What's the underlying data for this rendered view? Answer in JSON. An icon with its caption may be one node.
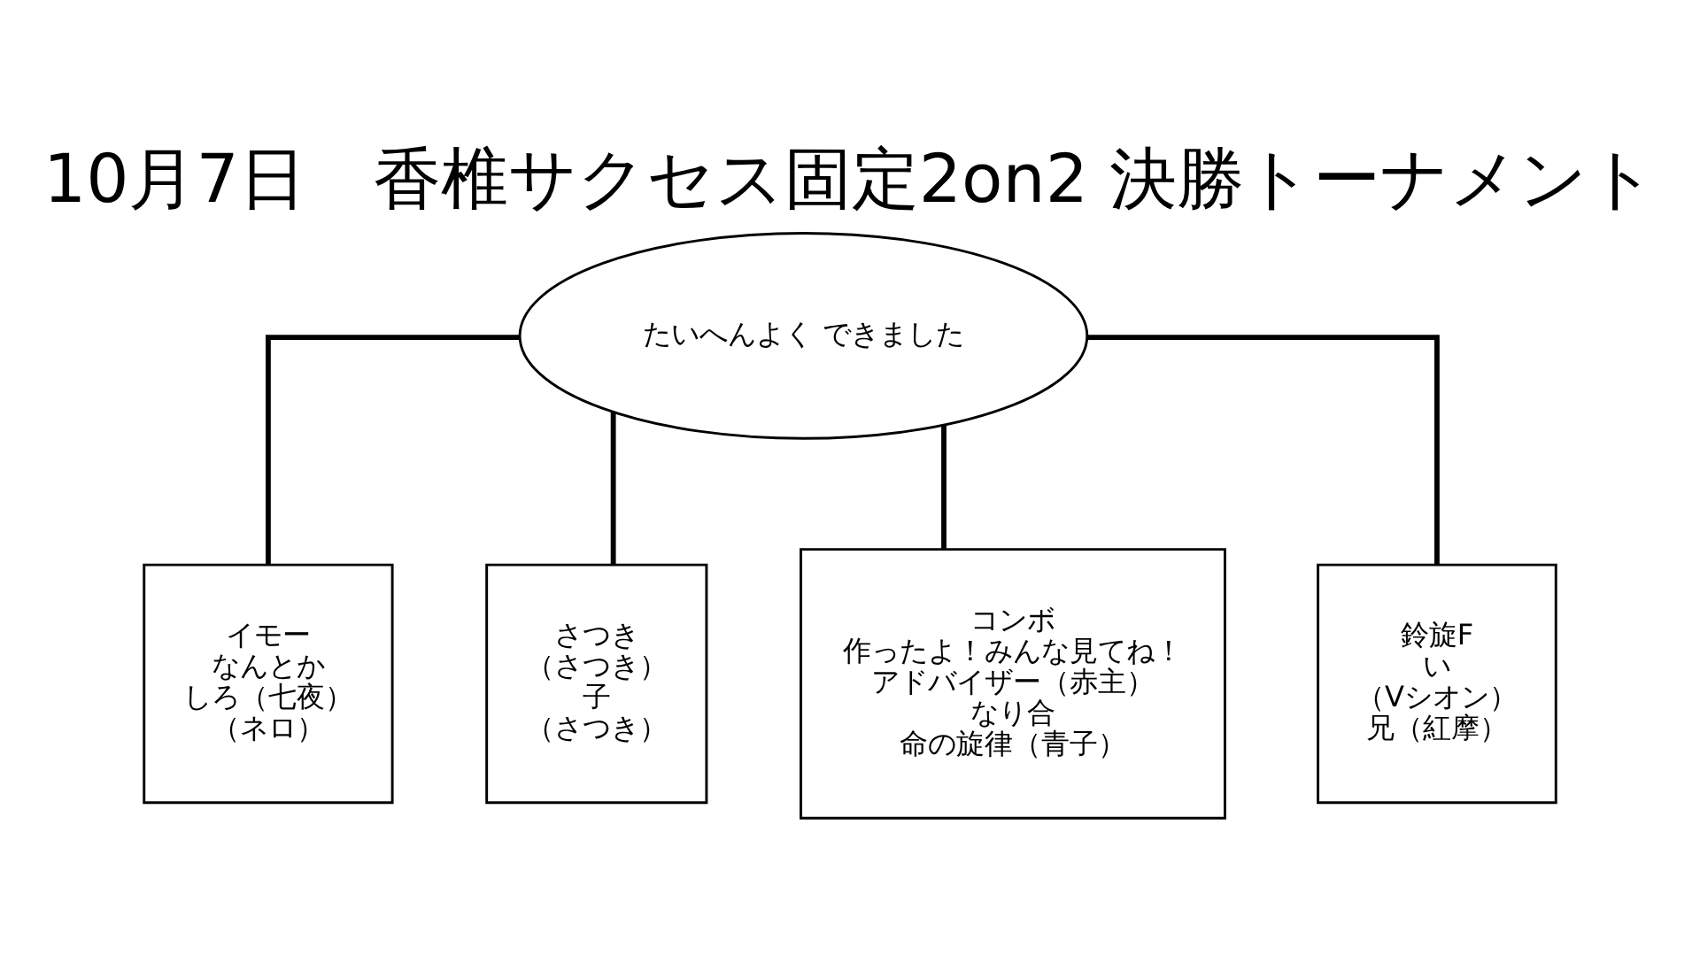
{
  "diagram": {
    "title": "10月7日　香椎サクセス固定2on2 決勝トーナメント",
    "nodes": [
      {
        "text": [
          "たいへんよく できました"
        ]
      },
      {
        "text": [
          "イモー",
          "なんとか",
          "しろ（七夜）",
          "（ネロ）"
        ]
      },
      {
        "text": [
          "さつき",
          "（さつき）",
          "子",
          "（さつき）"
        ]
      },
      {
        "text": [
          "コンボ",
          "作ったよ！みんな見てね！",
          "アドバイザー（赤主）",
          "なり合",
          "命の旋律（青子）"
        ]
      },
      {
        "text": [
          "鈴旋F",
          "い",
          "（Vシオン）",
          "兄（紅摩）"
        ]
      }
    ],
    "edges": [
      {
        "from": 0,
        "to": 1,
        "arrow": "none"
      },
      {
        "from": 0,
        "to": 2,
        "arrow": "none"
      },
      {
        "from": 0,
        "to": 3,
        "arrow": "none"
      },
      {
        "from": 0,
        "to": 4,
        "arrow": "none"
      }
    ]
  }
}
